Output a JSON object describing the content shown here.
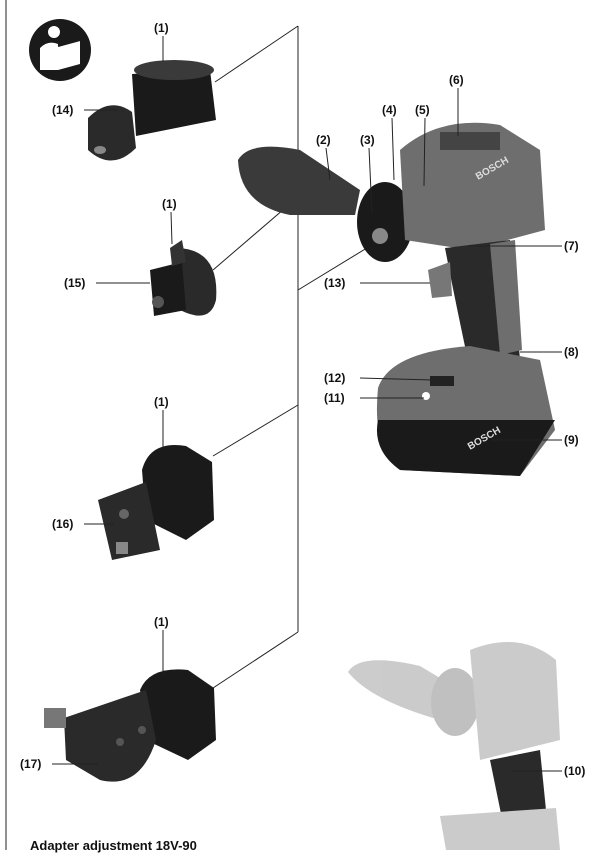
{
  "labels": {
    "l1a": "(1)",
    "l14": "(14)",
    "l2": "(2)",
    "l3": "(3)",
    "l4": "(4)",
    "l5": "(5)",
    "l6": "(6)",
    "l1b": "(1)",
    "l15": "(15)",
    "l7": "(7)",
    "l13": "(13)",
    "l8": "(8)",
    "l12": "(12)",
    "l11": "(11)",
    "l9": "(9)",
    "l1c": "(1)",
    "l16": "(16)",
    "l1d": "(1)",
    "l10": "(10)",
    "l17": "(17)"
  },
  "brand": {
    "text": "BOSCH"
  },
  "footer": {
    "text": "Adapter adjustment 18V-90"
  },
  "icons": {
    "manual": "read-manual-icon"
  },
  "colors": {
    "body_gray": "#6e6e6e",
    "dark": "#2a2a2a",
    "black": "#1a1a1a",
    "ghost": "#c9c9c9"
  }
}
